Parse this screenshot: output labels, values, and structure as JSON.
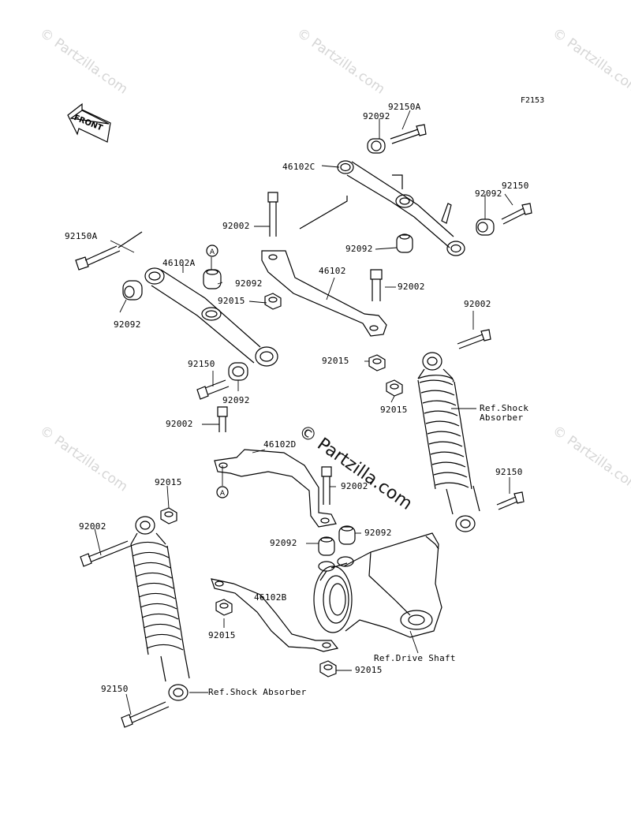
{
  "figure_id": "F2153",
  "watermark": "© Partzilla.com",
  "front_label": "FRONT",
  "callout": "A",
  "labels": {
    "l_92150A_top": "92150A",
    "l_92092_top": "92092",
    "l_46102C": "46102C",
    "l_92150_tr": "92150",
    "l_92092_tr": "92092",
    "l_92002_top": "92002",
    "l_92092_mid": "92092",
    "l_92150A_left": "92150A",
    "l_46102A": "46102A",
    "l_92092_a": "92092",
    "l_46102": "46102",
    "l_92015_a": "92015",
    "l_92002_mid": "92002",
    "l_92092_left": "92092",
    "l_92002_rs": "92002",
    "l_92150_ml": "92150",
    "l_92015_b": "92015",
    "l_92092_ml": "92092",
    "l_92015_c": "92015",
    "l_ref_shock_r1": "Ref.Shock",
    "l_ref_shock_r2": "Absorber",
    "l_92002_d": "92002",
    "l_46102D": "46102D",
    "l_92015_l": "92015",
    "l_92002_e": "92002",
    "l_92150_rl": "92150",
    "l_92002_ls": "92002",
    "l_92092_e": "92092",
    "l_92092_f": "92092",
    "l_46102B": "46102B",
    "l_92015_g": "92015",
    "l_ref_drive": "Ref.Drive Shaft",
    "l_92015_h": "92015",
    "l_92150_bl": "92150",
    "l_ref_shock_l": "Ref.Shock Absorber"
  }
}
